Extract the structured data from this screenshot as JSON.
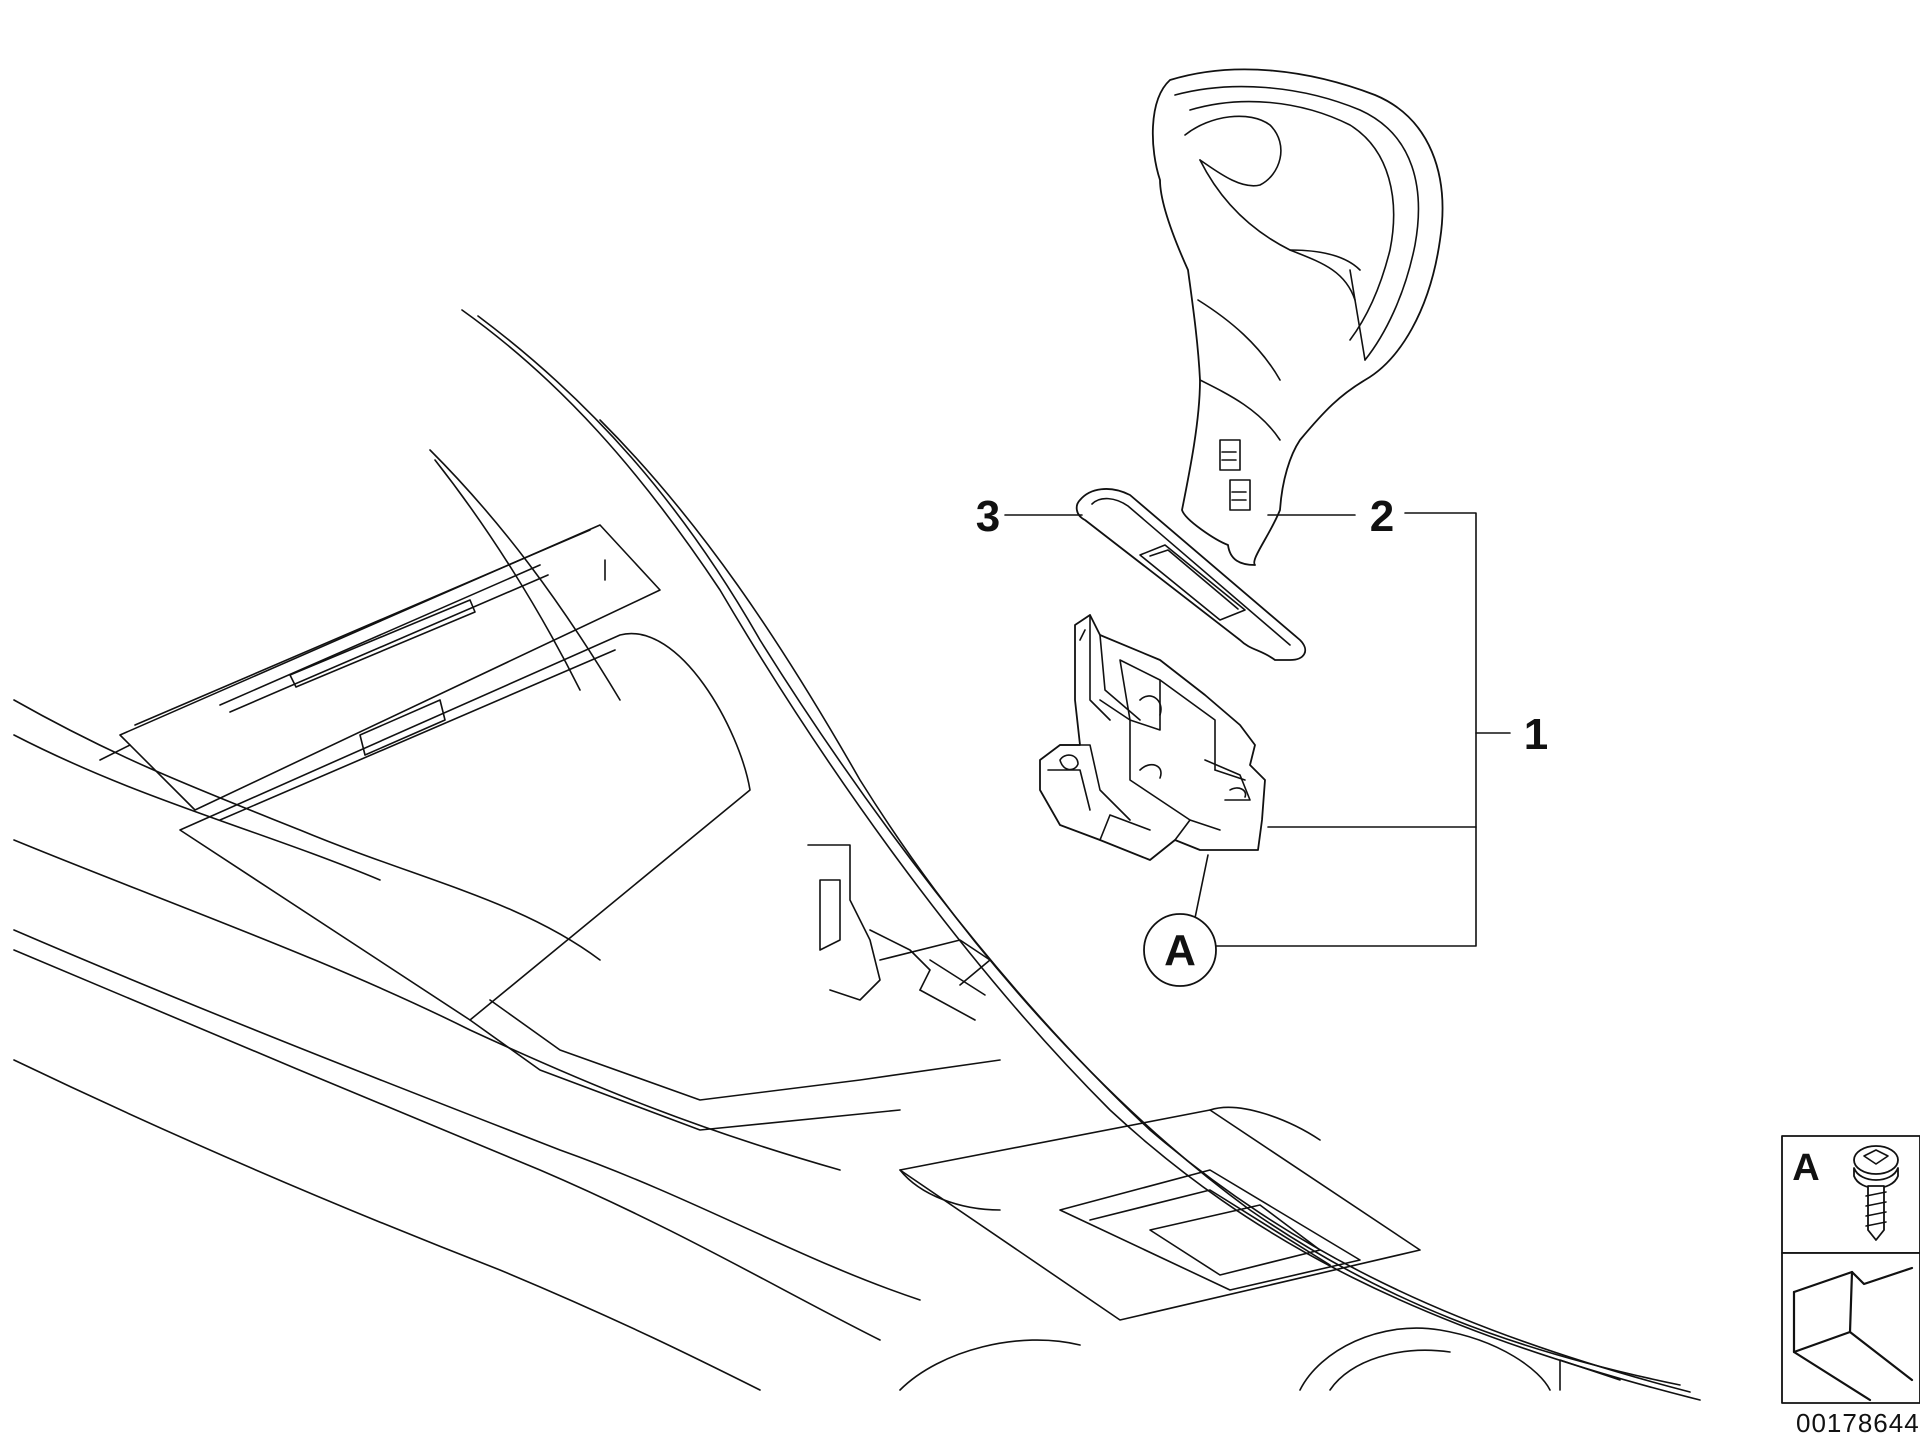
{
  "callouts": [
    {
      "id": "1",
      "label": "1"
    },
    {
      "id": "2",
      "label": "2"
    },
    {
      "id": "3",
      "label": "3"
    },
    {
      "id": "A",
      "label": "A"
    }
  ],
  "inset": {
    "label": "A",
    "reference_number": "00178644"
  }
}
